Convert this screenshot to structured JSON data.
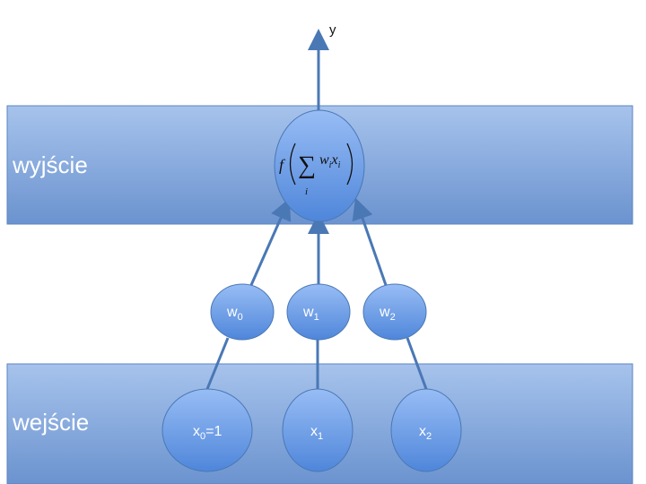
{
  "layers": {
    "output_label": "wyjście",
    "input_label": "wejście"
  },
  "output_node": {
    "f": "f",
    "sum": "∑",
    "index": "i",
    "w": "w",
    "w_sub": "i",
    "x": "x",
    "x_sub": "i"
  },
  "output_label": "y",
  "weights": [
    {
      "base": "w",
      "sub": "0"
    },
    {
      "base": "w",
      "sub": "1"
    },
    {
      "base": "w",
      "sub": "2"
    }
  ],
  "inputs": [
    {
      "base": "x",
      "sub": "0",
      "suffix": "=1"
    },
    {
      "base": "x",
      "sub": "1",
      "suffix": ""
    },
    {
      "base": "x",
      "sub": "2",
      "suffix": ""
    }
  ],
  "colors": {
    "band": "#7fa5dd",
    "node": "#6f9ee6",
    "line": "#4a78b5"
  }
}
